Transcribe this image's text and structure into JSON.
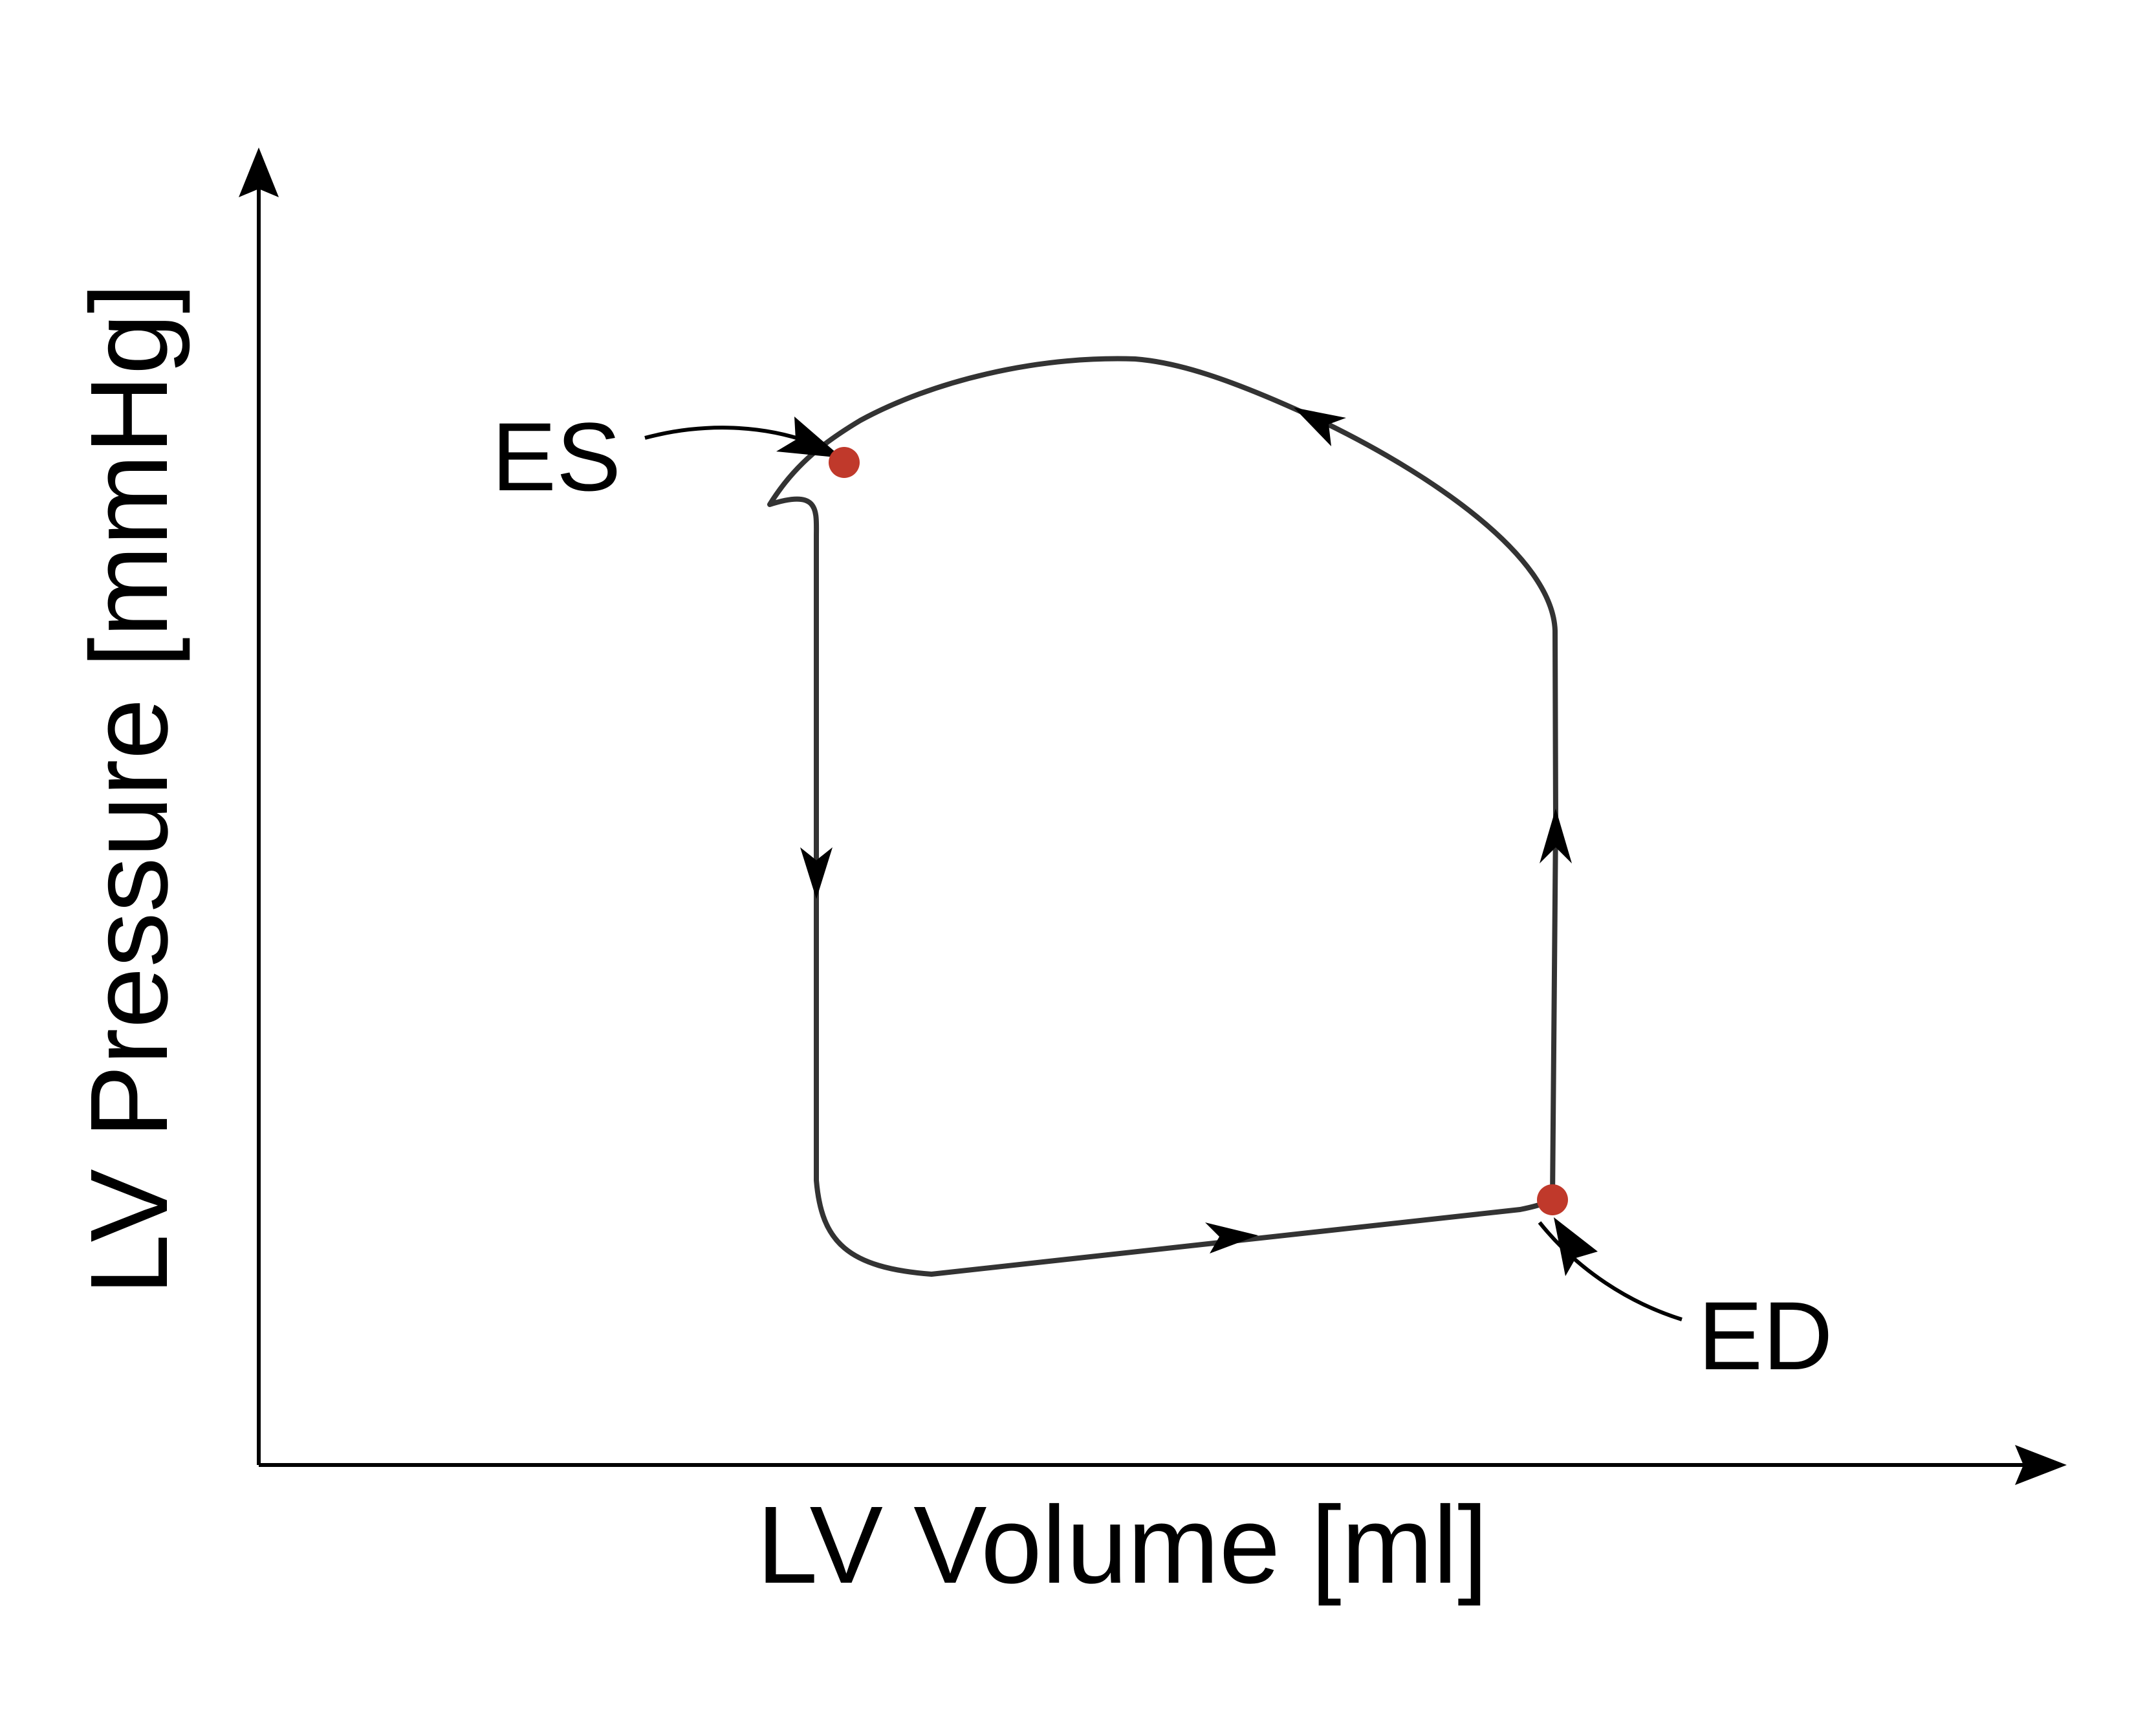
{
  "axes": {
    "x_label": "LV Volume [ml]",
    "y_label": "LV Pressure [mmHg]"
  },
  "points": {
    "end_systolic": {
      "label": "ES",
      "color": "#c0392b"
    },
    "end_diastolic": {
      "label": "ED",
      "color": "#c0392b"
    }
  },
  "colors": {
    "loop": "#333333",
    "axes": "#000000",
    "markers": "#c0392b"
  }
}
